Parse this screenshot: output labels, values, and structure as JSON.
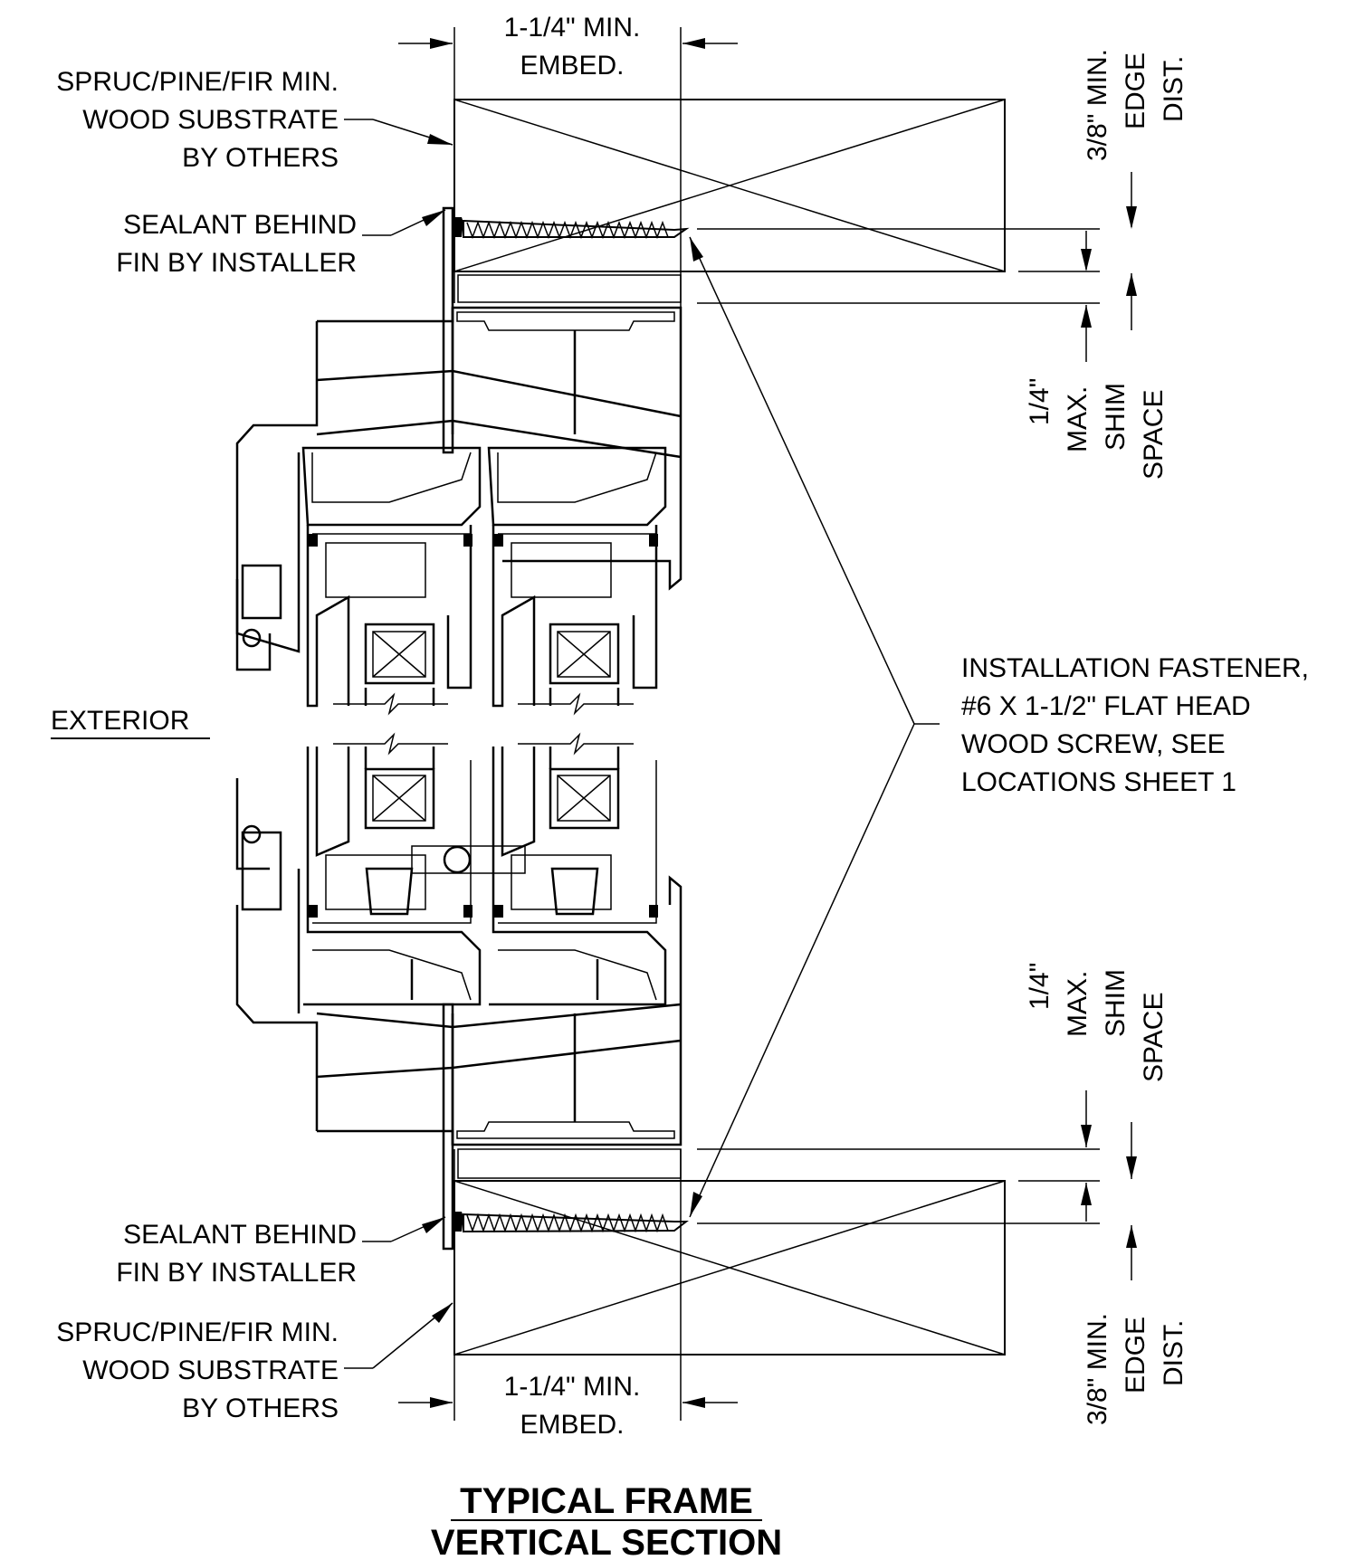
{
  "labels": {
    "embed_top_1": "1-1/4\" MIN.",
    "embed_top_2": "EMBED.",
    "embed_bot_1": "1-1/4\" MIN.",
    "embed_bot_2": "EMBED.",
    "substrate_top": [
      "SPRUC/PINE/FIR MIN.",
      "WOOD SUBSTRATE",
      "BY OTHERS"
    ],
    "substrate_bot": [
      "SPRUC/PINE/FIR MIN.",
      "WOOD SUBSTRATE",
      "BY OTHERS"
    ],
    "sealant_top": [
      "SEALANT BEHIND",
      "FIN BY INSTALLER"
    ],
    "sealant_bot": [
      "SEALANT BEHIND",
      "FIN BY INSTALLER"
    ],
    "exterior": "EXTERIOR",
    "fastener": [
      "INSTALLATION FASTENER,",
      "#6 X 1-1/2\" FLAT HEAD",
      "WOOD SCREW, SEE",
      "LOCATIONS SHEET 1"
    ],
    "edge_top": [
      "3/8\" MIN.",
      "EDGE",
      "DIST."
    ],
    "edge_bot": [
      "3/8\" MIN.",
      "EDGE",
      "DIST."
    ],
    "shim_top": [
      "1/4\"",
      "MAX.",
      "SHIM",
      "SPACE"
    ],
    "shim_bot": [
      "1/4\"",
      "MAX.",
      "SHIM",
      "SPACE"
    ]
  },
  "title": {
    "line1": "TYPICAL FRAME",
    "line2": "VERTICAL SECTION"
  }
}
